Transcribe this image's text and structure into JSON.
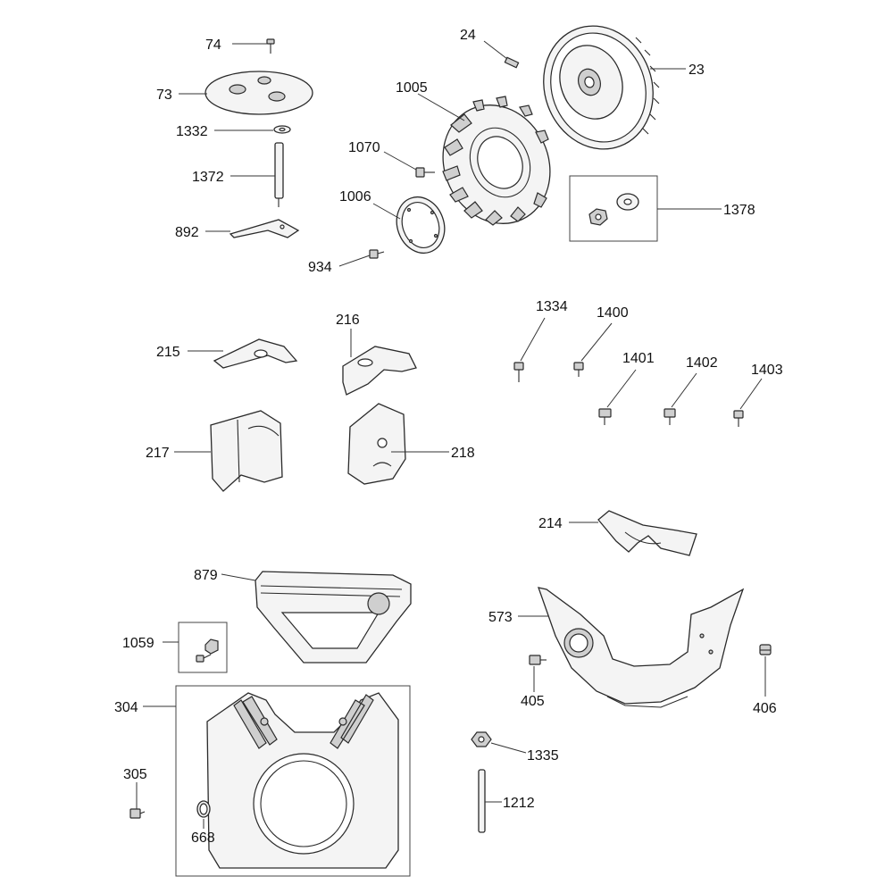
{
  "labels": {
    "p74": "74",
    "p73": "73",
    "p1332": "1332",
    "p1372": "1372",
    "p892": "892",
    "p24": "24",
    "p23": "23",
    "p1005": "1005",
    "p1070": "1070",
    "p1006": "1006",
    "p934": "934",
    "p1378": "1378",
    "p215": "215",
    "p216": "216",
    "p217": "217",
    "p218": "218",
    "p1334": "1334",
    "p1400": "1400",
    "p1401": "1401",
    "p1402": "1402",
    "p1403": "1403",
    "p214": "214",
    "p879": "879",
    "p1059": "1059",
    "p573": "573",
    "p405": "405",
    "p406": "406",
    "p304": "304",
    "p305": "305",
    "p668": "668",
    "p1335": "1335",
    "p1212": "1212"
  },
  "colors": {
    "line": "#2a2a2a",
    "fill_light": "#f4f4f4",
    "fill_mid": "#cfcfcf"
  }
}
